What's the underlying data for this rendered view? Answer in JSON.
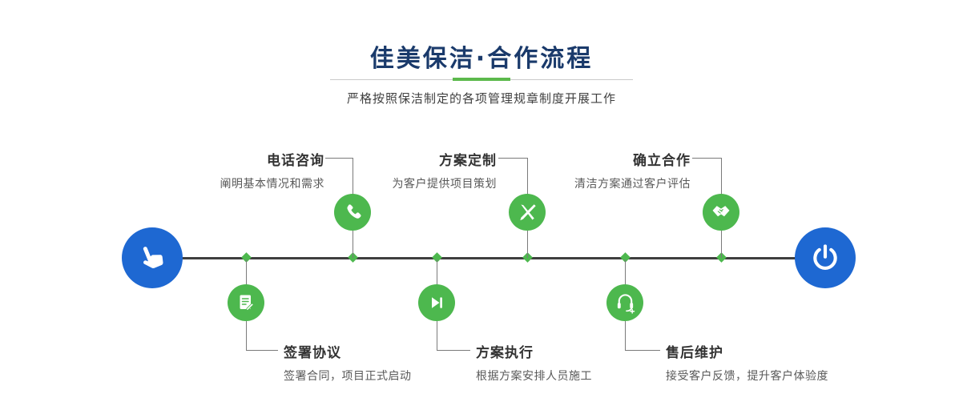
{
  "header": {
    "title": "佳美保洁·合作流程",
    "subtitle": "严格按照保洁制定的各项管理规章制度开展工作"
  },
  "flow": {
    "start_icon": "pointing-hand-icon",
    "end_icon": "power-icon",
    "top_steps": [
      {
        "title": "电话咨询",
        "desc": "阐明基本情况和需求",
        "icon": "phone-icon"
      },
      {
        "title": "方案定制",
        "desc": "为客户提供项目策划",
        "icon": "design-pencil-icon"
      },
      {
        "title": "确立合作",
        "desc": "清洁方案通过客户评估",
        "icon": "handshake-icon"
      }
    ],
    "bottom_steps": [
      {
        "title": "签署协议",
        "desc": "签署合同，项目正式启动",
        "icon": "contract-icon"
      },
      {
        "title": "方案执行",
        "desc": "根据方案安排人员施工",
        "icon": "play-next-icon"
      },
      {
        "title": "售后维护",
        "desc": "接受客户反馈，提升客户体验度",
        "icon": "headset-icon"
      }
    ]
  },
  "colors": {
    "accent_green": "#4db84e",
    "brand_blue": "#1e68d2",
    "title_navy": "#1a3a6b",
    "timeline_dark": "#3f3f3f"
  }
}
